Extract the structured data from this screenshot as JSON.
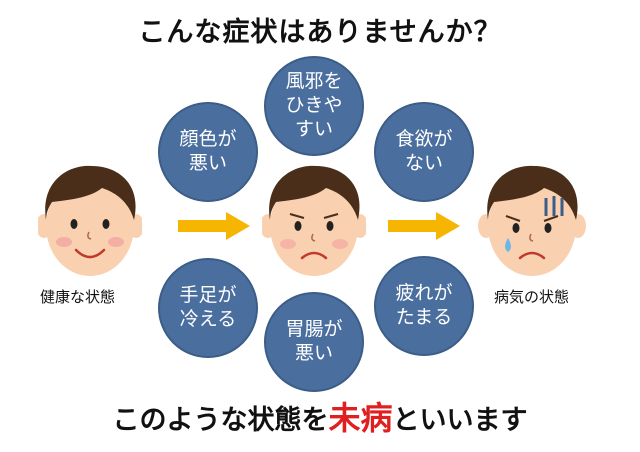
{
  "title": "こんな症状はありませんか？",
  "bubbles": {
    "cold": "風邪を\nひきや\nすい",
    "complexion": "顔色が\n悪い",
    "appetite": "食欲が\nない",
    "cold_limbs": "手足が\n冷える",
    "stomach": "胃腸が\n悪い",
    "fatigue": "疲れが\nたまる"
  },
  "labels": {
    "healthy": "健康な状態",
    "sick": "病気の状態"
  },
  "bottom": {
    "before": "このような状態を",
    "accent": "未病",
    "after": "といいます"
  },
  "colors": {
    "bubble": "#4a6f9f",
    "arrow": "#f6b500",
    "accent": "#e02020",
    "hair": "#4a2e1a",
    "skin": "#f9d1b0"
  }
}
